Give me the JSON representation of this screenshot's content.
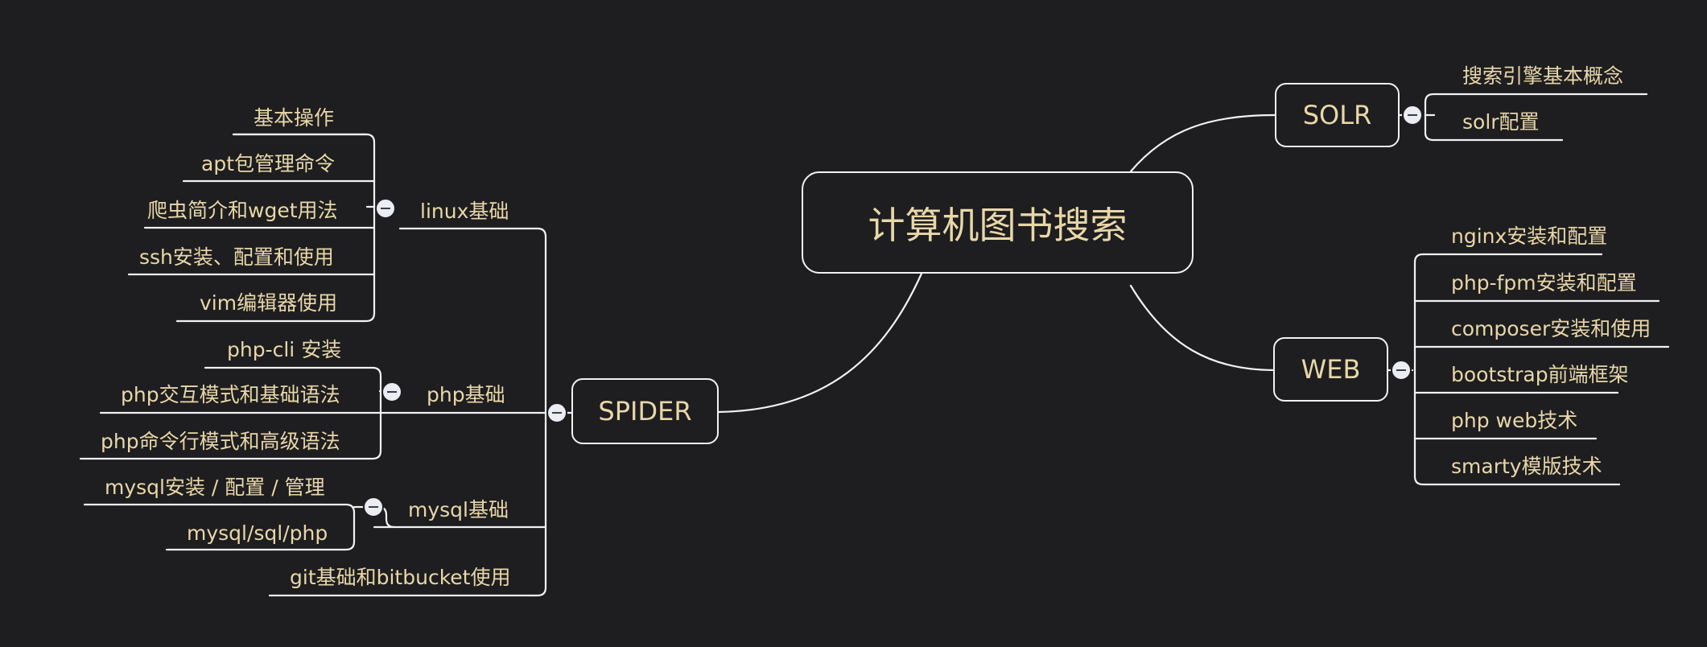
{
  "root": {
    "label": "计算机图书搜索"
  },
  "spider": {
    "label": "SPIDER",
    "linux": {
      "label": "linux基础",
      "items": [
        "基本操作",
        "apt包管理命令",
        "爬虫简介和wget用法",
        "ssh安装、配置和使用",
        "vim编辑器使用"
      ]
    },
    "php": {
      "label": "php基础",
      "items": [
        "php-cli 安装",
        "php交互模式和基础语法",
        "php命令行模式和高级语法"
      ]
    },
    "mysql": {
      "label": "mysql基础",
      "items": [
        "mysql安装 / 配置 / 管理",
        "mysql/sql/php"
      ]
    },
    "git": {
      "label": "git基础和bitbucket使用"
    }
  },
  "solr": {
    "label": "SOLR",
    "items": [
      "搜索引擎基本概念",
      "solr配置"
    ]
  },
  "web": {
    "label": "WEB",
    "items": [
      "nginx安装和配置",
      "php-fpm安装和配置",
      "composer安装和使用",
      "bootstrap前端框架",
      "php web技术",
      "smarty模版技术"
    ]
  },
  "colors": {
    "background": "#1e1e20",
    "text": "#e8d7a8",
    "line": "#f2f2f2",
    "toggle": "#ececf4"
  }
}
